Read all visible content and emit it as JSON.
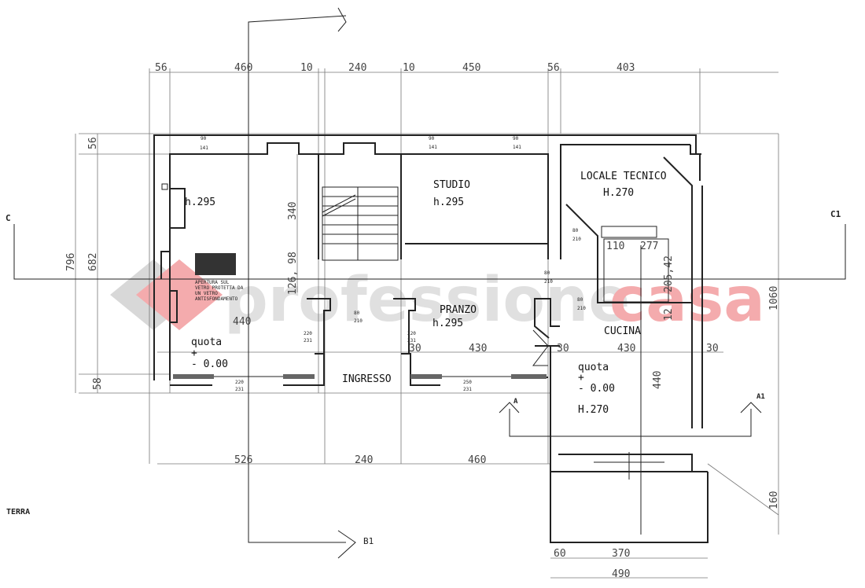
{
  "floor_label": "TERRA",
  "watermark": "professionecasa",
  "colors": {
    "watermark_red": "#e8474c",
    "watermark_gray": "#bbbbbb",
    "line": "#222222"
  },
  "dimensions": {
    "top": [
      "56",
      "460",
      "10",
      "240",
      "10",
      "450",
      "56",
      "403"
    ],
    "left": [
      "56",
      "796",
      "682",
      "58"
    ],
    "stair": [
      "340",
      "126, 98"
    ],
    "right": [
      "1060",
      "160"
    ],
    "bottom": [
      "526",
      "240",
      "460"
    ],
    "terrace": [
      "60",
      "370",
      "490"
    ],
    "interior_row": [
      "440",
      "30",
      "430",
      "30",
      "430",
      "30"
    ],
    "kitchen": [
      "205,42",
      "12",
      "440"
    ],
    "bath": [
      "110",
      "277"
    ]
  },
  "rooms": {
    "left_room": {
      "height": "h.295",
      "quota_label": "quota",
      "quota_sign": "+",
      "quota_value": "- 0.00"
    },
    "studio": {
      "name": "STUDIO",
      "height": "h.295"
    },
    "locale_tecnico": {
      "name": "LOCALE TECNICO",
      "height": "H.270"
    },
    "pranzo": {
      "name": "PRANZO",
      "height": "h.295"
    },
    "cucina": {
      "name": "CUCINA",
      "quota_label": "quota",
      "quota_sign": "+",
      "quota_value": "- 0.00",
      "height": "H.270"
    },
    "ingresso": {
      "name": "INGRESSO"
    }
  },
  "note": [
    "APERTURA SUL",
    "VETRO PROTETTA DA",
    "UN VETRO",
    "ANTISFONDAMENTO"
  ],
  "openings": {
    "window_top": [
      "90",
      "141"
    ],
    "door": [
      "80",
      "210"
    ],
    "french_window": [
      "220",
      "231"
    ],
    "entry": [
      "250",
      "231"
    ]
  },
  "sections": {
    "c": "C",
    "c1": "C1",
    "a": "A",
    "a1": "A1",
    "b1": "B1"
  }
}
